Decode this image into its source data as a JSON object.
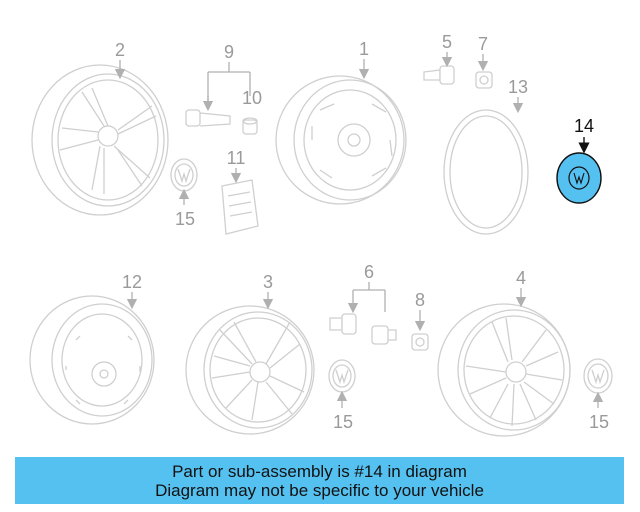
{
  "callouts": {
    "c1": "1",
    "c2": "2",
    "c3": "3",
    "c4": "4",
    "c5": "5",
    "c6": "6",
    "c7": "7",
    "c8": "8",
    "c9": "9",
    "c10": "10",
    "c11": "11",
    "c12": "12",
    "c13": "13",
    "c14": "14",
    "c15a": "15",
    "c15b": "15",
    "c15c": "15"
  },
  "highlighted_part": "14",
  "highlight_color": "#55c1f1",
  "banner": {
    "line1": "Part or sub-assembly is #14 in diagram",
    "line2": "Diagram may not be specific to your vehicle"
  }
}
